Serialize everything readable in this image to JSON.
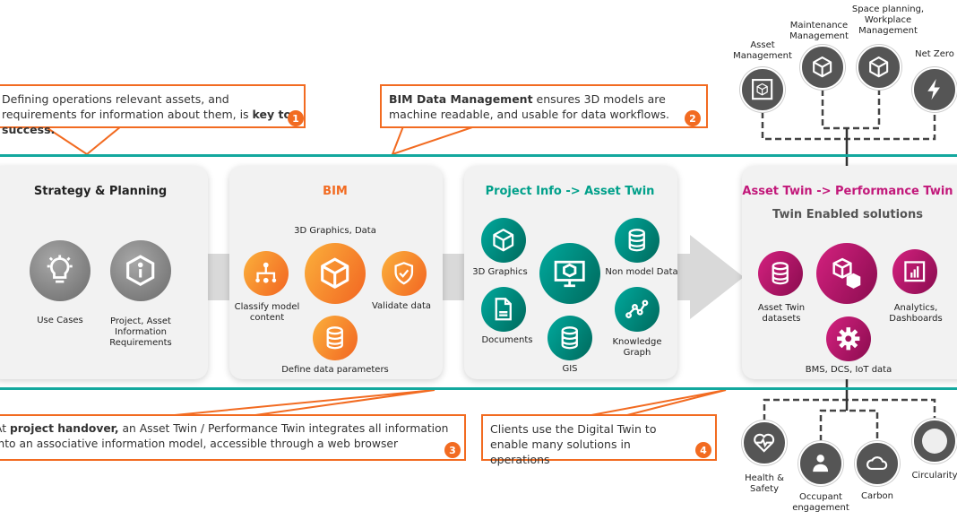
{
  "colors": {
    "teal": "#13a89e",
    "orange": "#f26b21",
    "magenta": "#c2187a",
    "gray": "#555555"
  },
  "callouts": [
    {
      "text_a": "Defining operations relevant assets, and requirements for information about them, is ",
      "bold": "key to success.",
      "text_b": "",
      "number": "1"
    },
    {
      "bold": "BIM Data Management",
      "text_b": " ensures 3D models are machine readable, and usable for data workflows.",
      "number": "2"
    },
    {
      "text_a": "At ",
      "bold": "project handover,",
      "text_b": " an Asset Twin / Performance Twin integrates all information into an associative information model, accessible through a web browser",
      "number": "3"
    },
    {
      "text_b": "Clients use the Digital Twin to enable many solutions in operations",
      "number": "4"
    }
  ],
  "cards": {
    "strategy": {
      "title": "Strategy & Planning",
      "items": [
        {
          "label": "Use Cases",
          "icon": "lightbulb-icon"
        },
        {
          "label": "Project, Asset Information Requirements",
          "icon": "info-icon"
        }
      ]
    },
    "bim": {
      "title": "BIM",
      "center_label": "3D Graphics, Data",
      "items": [
        {
          "label": "Classify model content",
          "icon": "hierarchy-icon"
        },
        {
          "label": "Validate data",
          "icon": "shield-check-icon"
        },
        {
          "label": "Define data parameters",
          "icon": "database-icon"
        }
      ]
    },
    "project": {
      "title": "Project Info -> Asset Twin",
      "items": [
        {
          "label": "3D Graphics",
          "icon": "cube-icon"
        },
        {
          "label": "Documents",
          "icon": "document-icon"
        },
        {
          "label": "GIS",
          "icon": "database-icon"
        },
        {
          "label": "Non model Data",
          "icon": "database-icon"
        },
        {
          "label": "Knowledge Graph",
          "icon": "graph-icon"
        }
      ]
    },
    "performance": {
      "title": "Asset Twin -> Performance Twin",
      "subtitle": "Twin Enabled solutions",
      "items": [
        {
          "label": "Asset Twin datasets",
          "icon": "database-icon"
        },
        {
          "label": "Analytics, Dashboards",
          "icon": "chart-icon"
        },
        {
          "label": "BMS, DCS, IoT  data",
          "icon": "gear-icon"
        }
      ]
    }
  },
  "top_solutions": [
    {
      "label": "Asset Management",
      "icon": "cube-square-icon"
    },
    {
      "label": "Maintenance Management",
      "icon": "cube-icon"
    },
    {
      "label": "Space planning, Workplace Management",
      "icon": "cube-icon"
    },
    {
      "label": "Net Zero",
      "icon": "bolt-icon"
    }
  ],
  "bottom_solutions": [
    {
      "label": "Health & Safety",
      "icon": "heart-icon"
    },
    {
      "label": "Occupant engagement",
      "icon": "person-icon"
    },
    {
      "label": "Carbon",
      "icon": "cloud-icon"
    },
    {
      "label": "Circularity",
      "icon": "circle-icon"
    }
  ]
}
